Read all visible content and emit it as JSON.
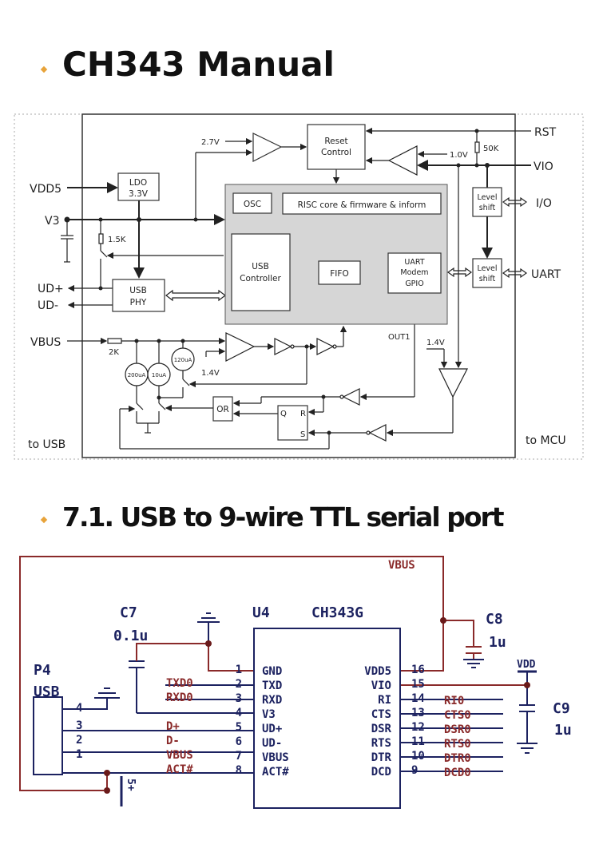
{
  "section1": {
    "title": "CH343 Manual"
  },
  "section2": {
    "title": "7.1. USB to 9-wire TTL serial port"
  },
  "block_diagram": {
    "left_pins": [
      "VDD5",
      "V3",
      "UD+",
      "UD-",
      "VBUS"
    ],
    "right_pins": [
      "RST",
      "VIO",
      "I/O",
      "UART"
    ],
    "ldo": [
      "LDO",
      "3.3V"
    ],
    "usb_phy": [
      "USB",
      "PHY"
    ],
    "osc": "OSC",
    "risc": "RISC core & firmware & inform",
    "usb_controller": [
      "USB",
      "Controller"
    ],
    "fifo": "FIFO",
    "uart": [
      "UART",
      "Modem",
      "GPIO"
    ],
    "reset": [
      "Reset",
      "Control"
    ],
    "level_shift": [
      "Level",
      "shift"
    ],
    "v27": "2.7V",
    "v10": "1.0V",
    "v14_left": "1.4V",
    "v14_right": "1.4V",
    "r50k": "50K",
    "r15k": "1.5K",
    "r2k": "2K",
    "i200": "200uA",
    "i10": "10uA",
    "i120": "120uA",
    "out1": "OUT1",
    "or_gate": "OR",
    "latch": {
      "q": "Q",
      "r": "R",
      "s": "S"
    },
    "to_usb": "to USB",
    "to_mcu": "to MCU"
  },
  "schematic": {
    "colors": {
      "wire": "#8a2a2a",
      "text": "#1c2260",
      "net": "#8a2a2a"
    },
    "vbus_net": "VBUS",
    "chip_ref": "U4",
    "chip_name": "CH343G",
    "c7": {
      "ref": "C7",
      "value": "0.1u"
    },
    "c8": {
      "ref": "C8",
      "value": "1u"
    },
    "c9": {
      "ref": "C9",
      "value": "1u"
    },
    "vdd": "VDD",
    "p4": {
      "ref": "P4",
      "name": "USB",
      "pins": [
        "4",
        "3",
        "2",
        "1"
      ]
    },
    "power_label": "5+",
    "left_pins": [
      {
        "num": "1",
        "name": "GND",
        "net": ""
      },
      {
        "num": "2",
        "name": "TXD",
        "net": "TXD0"
      },
      {
        "num": "3",
        "name": "RXD",
        "net": "RXD0"
      },
      {
        "num": "4",
        "name": "V3",
        "net": ""
      },
      {
        "num": "5",
        "name": "UD+",
        "net": "D+"
      },
      {
        "num": "6",
        "name": "UD-",
        "net": "D-"
      },
      {
        "num": "7",
        "name": "VBUS",
        "net": "VBUS"
      },
      {
        "num": "8",
        "name": "ACT#",
        "net": "ACT#"
      }
    ],
    "right_pins": [
      {
        "num": "16",
        "name": "VDD5",
        "net": ""
      },
      {
        "num": "15",
        "name": "VIO",
        "net": ""
      },
      {
        "num": "14",
        "name": "RI",
        "net": "RI0"
      },
      {
        "num": "13",
        "name": "CTS",
        "net": "CTS0"
      },
      {
        "num": "12",
        "name": "DSR",
        "net": "DSR0"
      },
      {
        "num": "11",
        "name": "RTS",
        "net": "RTS0"
      },
      {
        "num": "10",
        "name": "DTR",
        "net": "DTR0"
      },
      {
        "num": "9",
        "name": "DCD",
        "net": "DCD0"
      }
    ]
  }
}
